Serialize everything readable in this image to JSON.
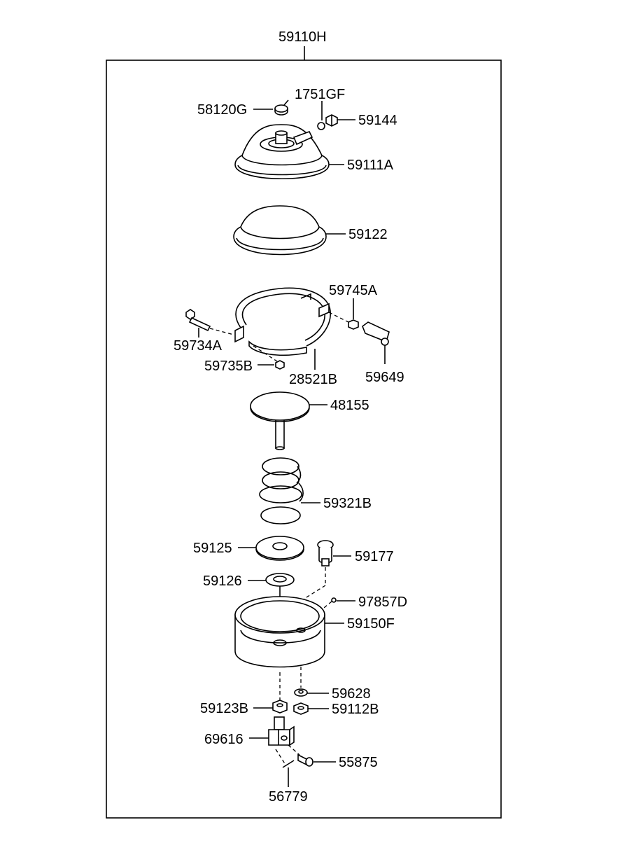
{
  "assembly_label": "59110H",
  "parts": {
    "p58120G": "58120G",
    "p1751GF": "1751GF",
    "p59144": "59144",
    "p59111A": "59111A",
    "p59122": "59122",
    "p59745A": "59745A",
    "p59734A": "59734A",
    "p59735B": "59735B",
    "p28521B": "28521B",
    "p59649": "59649",
    "p48155": "48155",
    "p59321B": "59321B",
    "p59125": "59125",
    "p59177": "59177",
    "p59126": "59126",
    "p97857D": "97857D",
    "p59150F": "59150F",
    "p59628": "59628",
    "p59123B": "59123B",
    "p59112B": "59112B",
    "p69616": "69616",
    "p55875": "55875",
    "p56779": "56779"
  }
}
